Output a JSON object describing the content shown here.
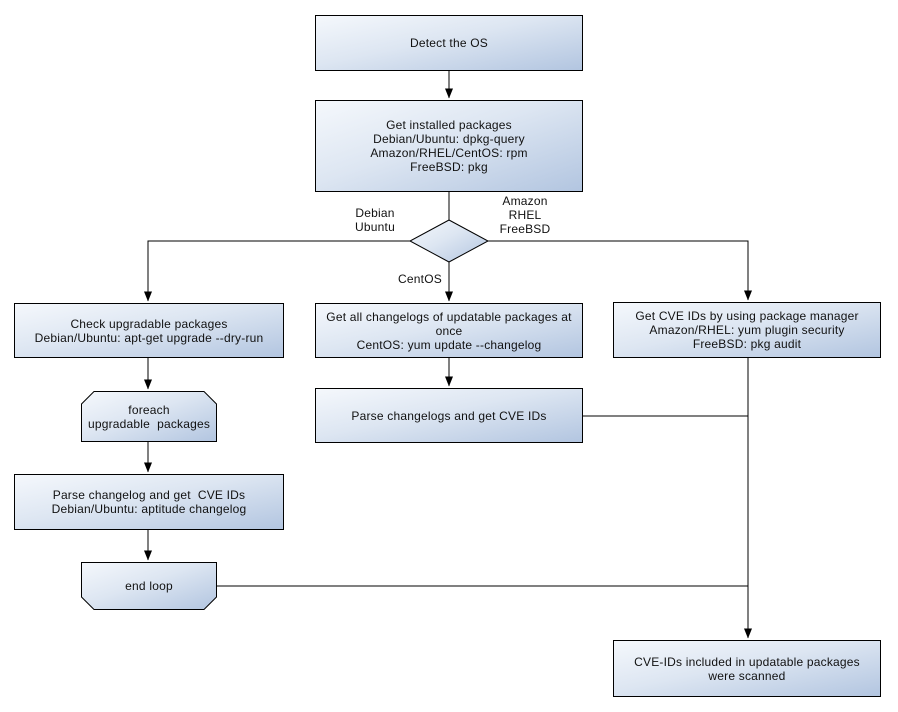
{
  "diagram": {
    "type": "flowchart",
    "nodes": {
      "detect_os": {
        "text": "Detect the OS",
        "shape": "rect"
      },
      "get_installed_packages": {
        "text": "Get installed packages\nDebian/Ubuntu: dpkg-query\nAmazon/RHEL/CentOS: rpm\nFreeBSD: pkg",
        "shape": "rect"
      },
      "os_decision": {
        "text": "",
        "shape": "diamond"
      },
      "check_upgradable_packages": {
        "text": "Check upgradable packages\nDebian/Ubuntu: apt-get upgrade --dry-run",
        "shape": "rect"
      },
      "foreach_loop_start": {
        "text": "foreach\nupgradable  packages",
        "shape": "loop-start"
      },
      "parse_changelog": {
        "text": "Parse changelog and get  CVE IDs\nDebian/Ubuntu: aptitude changelog",
        "shape": "rect"
      },
      "end_loop": {
        "text": "end loop",
        "shape": "loop-end"
      },
      "get_all_changelogs": {
        "text": "Get all changelogs of updatable packages at once\nCentOS: yum update --changelog",
        "shape": "rect"
      },
      "parse_changelogs": {
        "text": "Parse changelogs and get CVE IDs",
        "shape": "rect"
      },
      "get_cve_ids_by_package_manager": {
        "text": "Get CVE IDs by using package manager\nAmazon/RHEL: yum plugin security\nFreeBSD: pkg audit",
        "shape": "rect"
      },
      "result_scanned": {
        "text": "CVE-IDs included in updatable packages\nwere scanned",
        "shape": "rect"
      }
    },
    "edge_labels": {
      "debian_ubuntu": "Debian\nUbuntu",
      "amazon_rhel_freebsd": "Amazon\nRHEL\nFreeBSD",
      "centos": "CentOS"
    },
    "colors": {
      "background": "#ffffff",
      "node_fill_gradient_start": "#f5f8fc",
      "node_fill_gradient_end": "#b2c5e0",
      "node_border": "#000000",
      "connector": "#000000",
      "text": "#111111"
    }
  }
}
